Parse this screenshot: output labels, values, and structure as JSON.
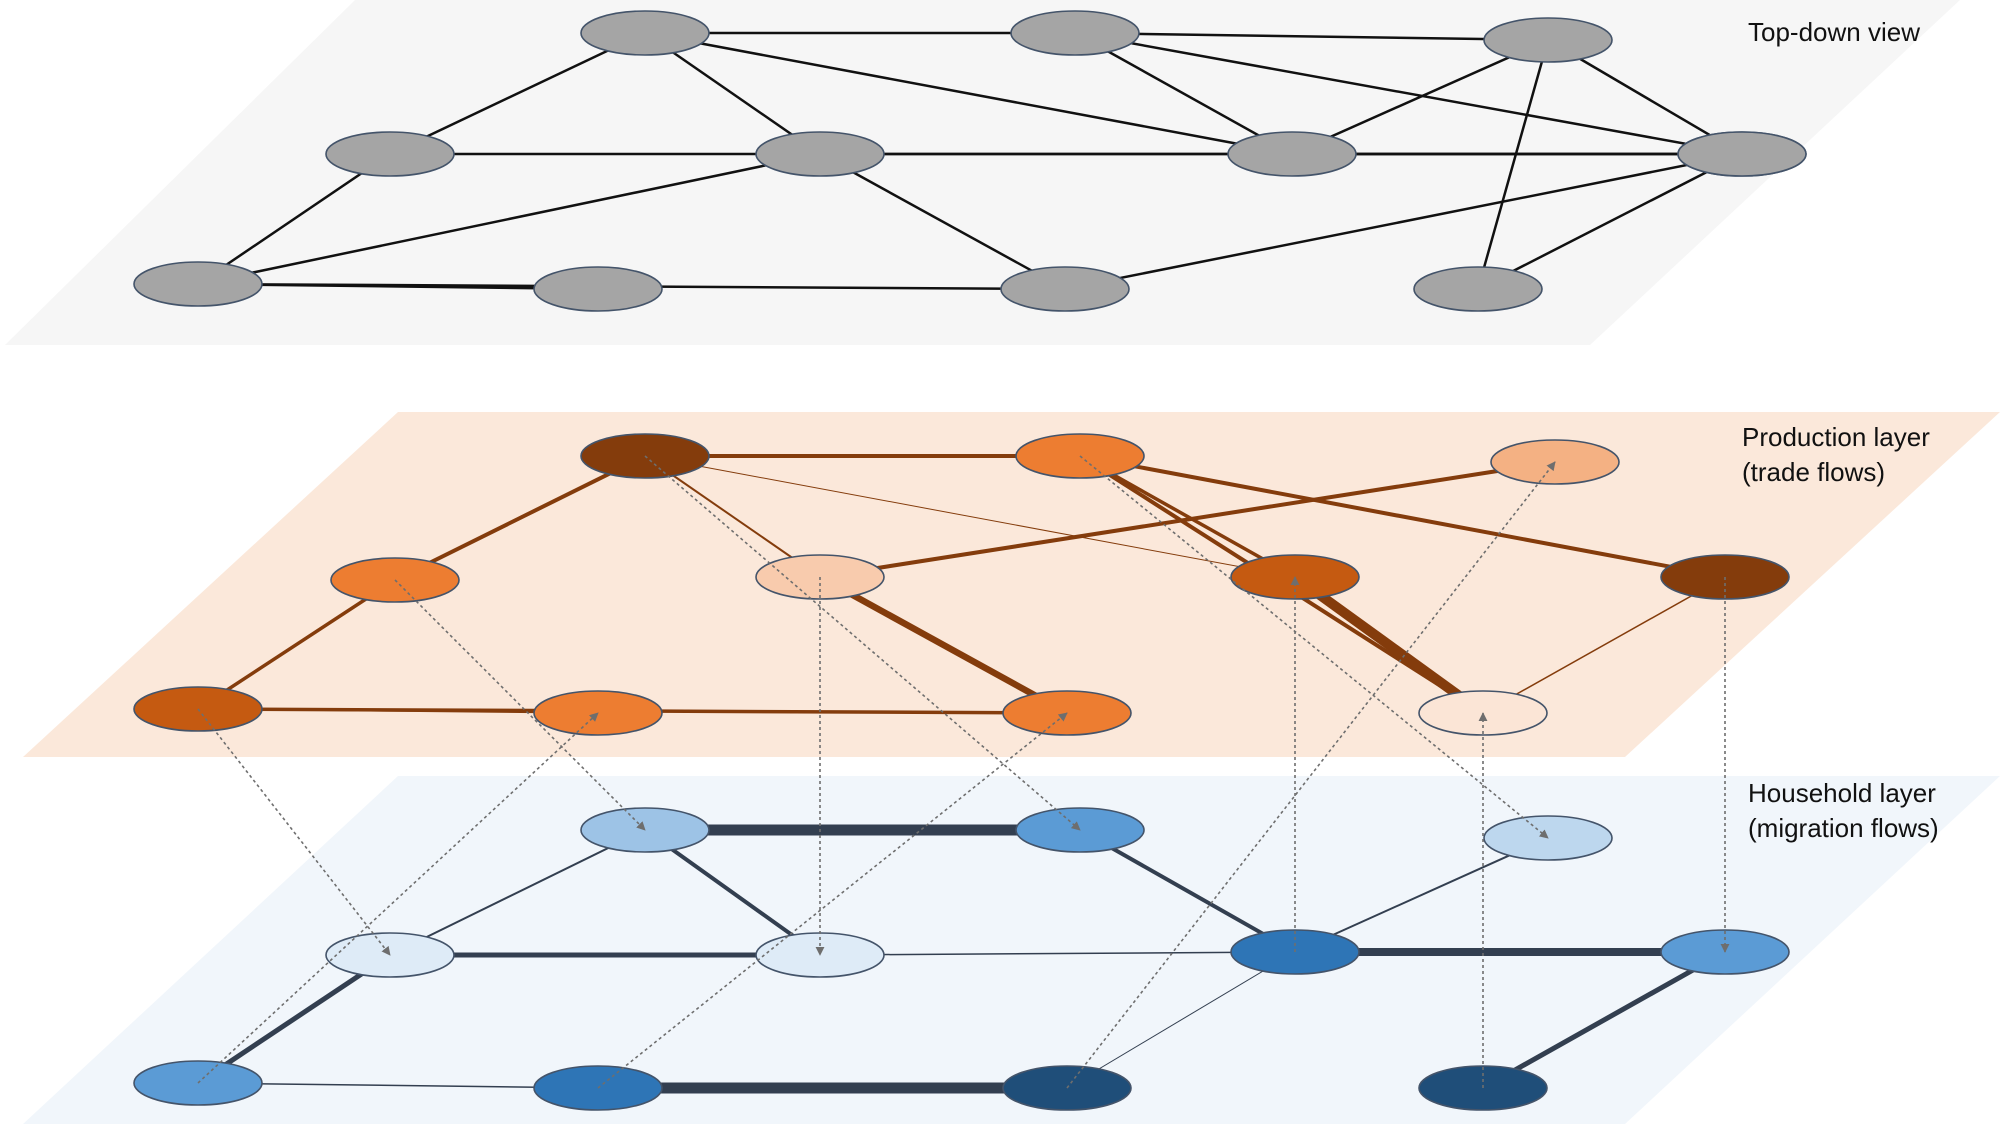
{
  "labels": {
    "top": "Top-down view",
    "production_1": "Production layer",
    "production_2": "(trade flows)",
    "household_1": "Household layer",
    "household_2": "(migration flows)"
  },
  "colors": {
    "top_plane": "#f6f6f6",
    "production_plane": "#fbe8da",
    "household_plane": "#f1f6fb",
    "gray_node": "#a5a5a5",
    "node_outline": "#44546a",
    "top_edge": "#111111",
    "trade_edge": "#843c0c",
    "migration_edge": "#333f50",
    "link_arrow": "#6e6e6e"
  },
  "layers": [
    {
      "id": "top",
      "nodes": [
        {
          "id": "T1",
          "fill": "#a5a5a5"
        },
        {
          "id": "T2",
          "fill": "#a5a5a5"
        },
        {
          "id": "T3",
          "fill": "#a5a5a5"
        },
        {
          "id": "T4",
          "fill": "#a5a5a5"
        },
        {
          "id": "T5",
          "fill": "#a5a5a5"
        },
        {
          "id": "T6",
          "fill": "#a5a5a5"
        },
        {
          "id": "T7",
          "fill": "#a5a5a5"
        },
        {
          "id": "T8",
          "fill": "#a5a5a5"
        },
        {
          "id": "T9",
          "fill": "#a5a5a5"
        },
        {
          "id": "T10",
          "fill": "#a5a5a5"
        },
        {
          "id": "T11",
          "fill": "#a5a5a5"
        },
        {
          "id": "T12",
          "fill": "#a5a5a5"
        }
      ],
      "edges": [
        {
          "from": "T1",
          "to": "T2",
          "weight": 1
        },
        {
          "from": "T2",
          "to": "T3",
          "weight": 1
        },
        {
          "from": "T1",
          "to": "T4",
          "weight": 1
        },
        {
          "from": "T1",
          "to": "T5",
          "weight": 1
        },
        {
          "from": "T2",
          "to": "T5",
          "weight": 1
        },
        {
          "from": "T2",
          "to": "T6",
          "weight": 1
        },
        {
          "from": "T3",
          "to": "T6",
          "weight": 1
        },
        {
          "from": "T3",
          "to": "T7",
          "weight": 1
        },
        {
          "from": "T3",
          "to": "T12",
          "weight": 1
        },
        {
          "from": "T4",
          "to": "T5",
          "weight": 1
        },
        {
          "from": "T4",
          "to": "T8",
          "weight": 1
        },
        {
          "from": "T4",
          "to": "T9",
          "weight": 1
        },
        {
          "from": "T5",
          "to": "T6",
          "weight": 1
        },
        {
          "from": "T5",
          "to": "T9",
          "weight": 1
        },
        {
          "from": "T5",
          "to": "T10",
          "weight": 1
        },
        {
          "from": "T6",
          "to": "T7",
          "weight": 1
        },
        {
          "from": "T6",
          "to": "T10",
          "weight": 1
        },
        {
          "from": "T6",
          "to": "T12",
          "weight": 1
        },
        {
          "from": "T7",
          "to": "T11",
          "weight": 1
        },
        {
          "from": "T7",
          "to": "T12",
          "weight": 1
        },
        {
          "from": "T9",
          "to": "T10",
          "weight": 1
        },
        {
          "from": "T11",
          "to": "T12",
          "weight": 1
        }
      ]
    },
    {
      "id": "production",
      "nodes": [
        {
          "id": "P1",
          "fill": "#ed7d31"
        },
        {
          "id": "P2",
          "fill": "#843c0c"
        },
        {
          "id": "P3",
          "fill": "#ed7d31"
        },
        {
          "id": "P4",
          "fill": "#c55a11"
        },
        {
          "id": "P5",
          "fill": "#f8cbad"
        },
        {
          "id": "P6",
          "fill": "#c55a11"
        },
        {
          "id": "P7",
          "fill": "#843c0c"
        },
        {
          "id": "P8",
          "fill": "#ed7d31"
        },
        {
          "id": "P9",
          "fill": "#ed7d31"
        },
        {
          "id": "P10",
          "fill": "#f4b183"
        },
        {
          "id": "P11",
          "fill": "#fbe5d6"
        }
      ],
      "edges": [
        {
          "from": "P1",
          "to": "P2",
          "weight": 4
        },
        {
          "from": "P2",
          "to": "P3",
          "weight": 4
        },
        {
          "from": "P1",
          "to": "P4",
          "weight": 3.5
        },
        {
          "from": "P2",
          "to": "P5",
          "weight": 2
        },
        {
          "from": "P2",
          "to": "P6",
          "weight": 1
        },
        {
          "from": "P3",
          "to": "P6",
          "weight": 3.5
        },
        {
          "from": "P3",
          "to": "P11",
          "weight": 4
        },
        {
          "from": "P3",
          "to": "P7",
          "weight": 4
        },
        {
          "from": "P4",
          "to": "P8",
          "weight": 1.5
        },
        {
          "from": "P4",
          "to": "P9",
          "weight": 3.5
        },
        {
          "from": "P5",
          "to": "P9",
          "weight": 6.5
        },
        {
          "from": "P5",
          "to": "P10",
          "weight": 4
        },
        {
          "from": "P6",
          "to": "P11",
          "weight": 10
        },
        {
          "from": "P7",
          "to": "P11",
          "weight": 1.5
        }
      ]
    },
    {
      "id": "household",
      "nodes": [
        {
          "id": "H1",
          "fill": "#9dc3e6"
        },
        {
          "id": "H2",
          "fill": "#5b9bd5"
        },
        {
          "id": "H3",
          "fill": "#bdd7ee"
        },
        {
          "id": "H4",
          "fill": "#deebf7"
        },
        {
          "id": "H5",
          "fill": "#deebf7"
        },
        {
          "id": "H6",
          "fill": "#2e75b6"
        },
        {
          "id": "H7",
          "fill": "#5b9bd5"
        },
        {
          "id": "H8",
          "fill": "#5b9bd5"
        },
        {
          "id": "H9",
          "fill": "#2e75b6"
        },
        {
          "id": "H10",
          "fill": "#1f4e79"
        },
        {
          "id": "H11",
          "fill": "#1f4e79"
        }
      ],
      "edges": [
        {
          "from": "H1",
          "to": "H2",
          "weight": 11
        },
        {
          "from": "H1",
          "to": "H4",
          "weight": 2
        },
        {
          "from": "H1",
          "to": "H5",
          "weight": 4
        },
        {
          "from": "H2",
          "to": "H6",
          "weight": 4
        },
        {
          "from": "H3",
          "to": "H6",
          "weight": 2
        },
        {
          "from": "H4",
          "to": "H5",
          "weight": 5
        },
        {
          "from": "H4",
          "to": "H8",
          "weight": 5
        },
        {
          "from": "H5",
          "to": "H6",
          "weight": 1.5
        },
        {
          "from": "H6",
          "to": "H7",
          "weight": 8
        },
        {
          "from": "H6",
          "to": "H10",
          "weight": 1
        },
        {
          "from": "H7",
          "to": "H11",
          "weight": 5
        },
        {
          "from": "H8",
          "to": "H9",
          "weight": 1.5
        },
        {
          "from": "H9",
          "to": "H10",
          "weight": 11
        }
      ]
    }
  ],
  "interlayer_links": [
    {
      "from": "H8",
      "to": "P8"
    },
    {
      "from": "P4",
      "to": "H4"
    },
    {
      "from": "H9",
      "to": "P9"
    },
    {
      "from": "P1",
      "to": "H1"
    },
    {
      "from": "P5",
      "to": "H5"
    },
    {
      "from": "H10",
      "to": "P10"
    },
    {
      "from": "P2",
      "to": "H2"
    },
    {
      "from": "H6",
      "to": "P6"
    },
    {
      "from": "H11",
      "to": "P11"
    },
    {
      "from": "P3",
      "to": "H3"
    },
    {
      "from": "P7",
      "to": "H7"
    }
  ]
}
